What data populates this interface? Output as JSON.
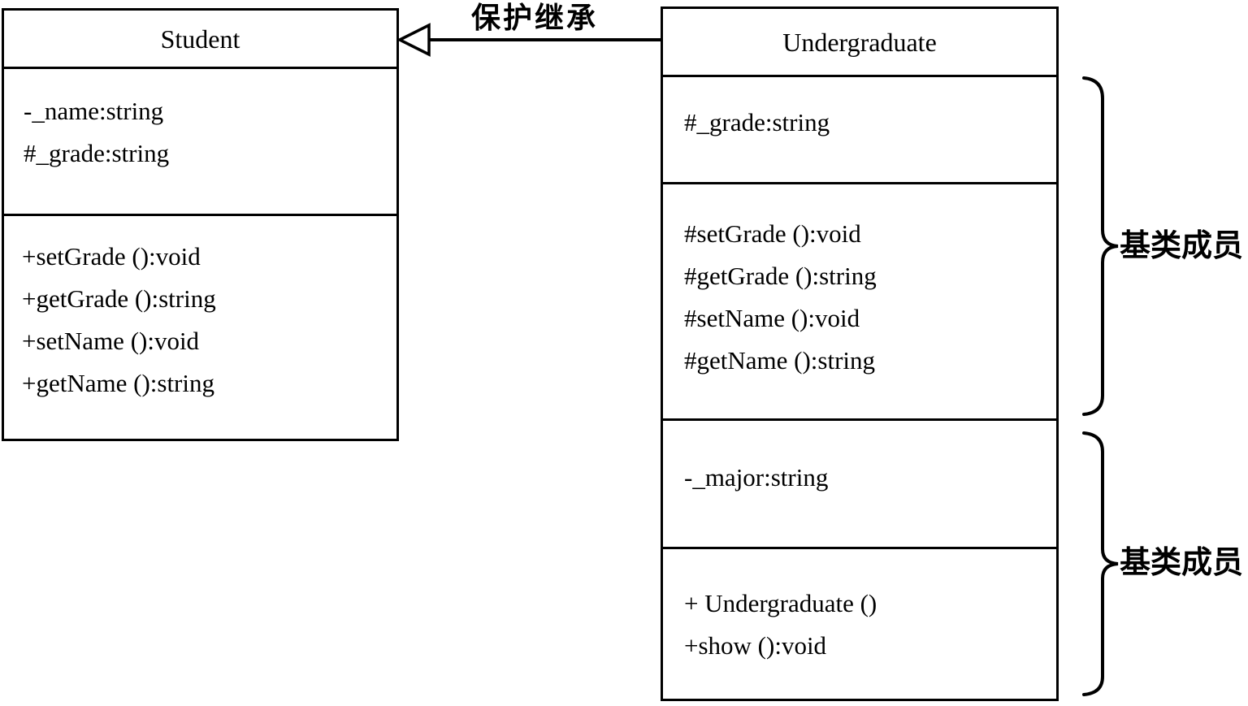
{
  "diagram": {
    "classes": {
      "student": {
        "name": "Student",
        "attributes": [
          "-_name:string",
          "#_grade:string"
        ],
        "methods": [
          "+setGrade ():void",
          "+getGrade ():string",
          "+setName ():void",
          "+getName ():string"
        ]
      },
      "undergraduate": {
        "name": "Undergraduate",
        "inherited_attributes": [
          "#_grade:string"
        ],
        "inherited_methods": [
          "#setGrade ():void",
          "#getGrade ():string",
          "#setName ():void",
          "#getName ():string"
        ],
        "own_attributes": [
          "-_major:string"
        ],
        "own_methods": [
          "+ Undergraduate ()",
          "+show ():void"
        ]
      }
    },
    "relationship": {
      "label": "保护继承",
      "arrow_icon": "hollow-triangle-left"
    },
    "annotations": {
      "top_brace_label": "基类成员",
      "bottom_brace_label": "基类成员"
    },
    "colors": {
      "line": "#000000",
      "background": "#ffffff"
    }
  }
}
